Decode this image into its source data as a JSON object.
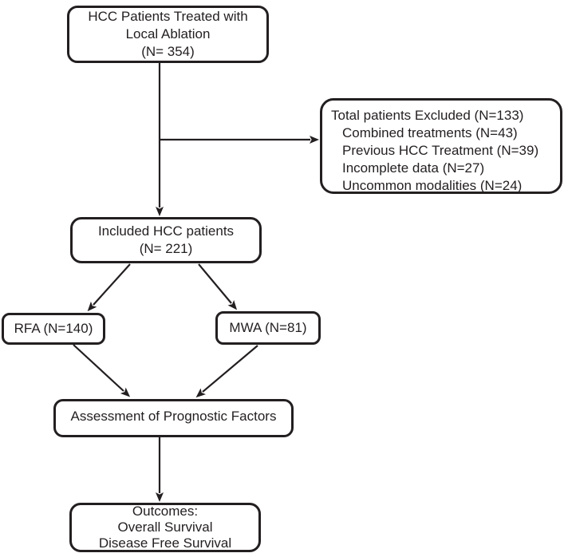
{
  "colors": {
    "stroke": "#231f20",
    "background": "#ffffff"
  },
  "nodes": {
    "top": {
      "lines": [
        "HCC Patients Treated with",
        "Local Ablation",
        "(N= 354)"
      ]
    },
    "excluded": {
      "title": "Total patients Excluded (N=133)",
      "items": [
        "Combined treatments (N=43)",
        "Previous HCC Treatment (N=39)",
        "Incomplete data (N=27)",
        "Uncommon modalities (N=24)"
      ]
    },
    "included": {
      "lines": [
        "Included HCC patients",
        "(N= 221)"
      ]
    },
    "rfa": {
      "label": "RFA (N=140)"
    },
    "mwa": {
      "label": "MWA (N=81)"
    },
    "assessment": {
      "label": "Assessment of Prognostic Factors"
    },
    "outcomes": {
      "lines": [
        "Outcomes:",
        "Overall Survival",
        "Disease Free Survival"
      ]
    }
  }
}
